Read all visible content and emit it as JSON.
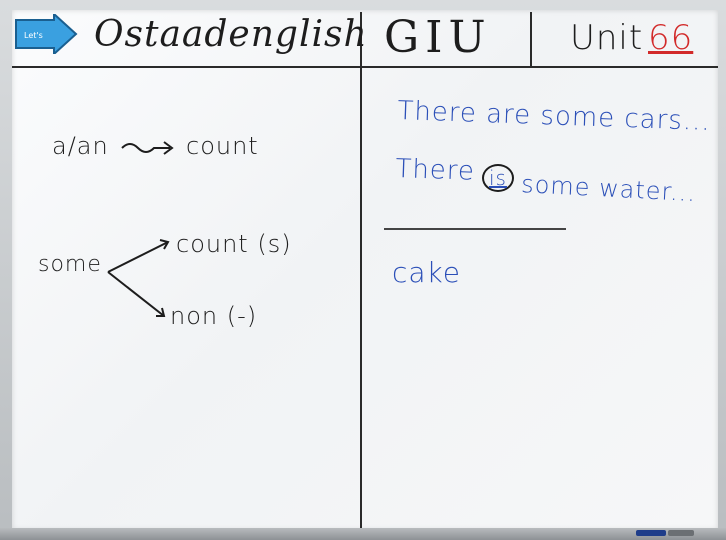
{
  "header": {
    "brand": "Ostaadenglish",
    "course": "GIU",
    "unit_label": "Unit",
    "unit_number": "66",
    "logo_text": "Let's"
  },
  "left_panel": {
    "article_rule": "a/an",
    "article_target": "count",
    "some_label": "some",
    "branch_count": "count (s)",
    "branch_non": "non (-)"
  },
  "right_panel": {
    "sentence_1": "There are some cars...",
    "sentence_2_start": "There",
    "sentence_2_verb": "is",
    "sentence_2_end": "some water...",
    "example_word": "cake"
  },
  "colors": {
    "ink_black": "#1d1d1d",
    "ink_blue": "#2b4fb8",
    "ink_red": "#d22a2a",
    "logo_blue": "#3aa0e0"
  }
}
